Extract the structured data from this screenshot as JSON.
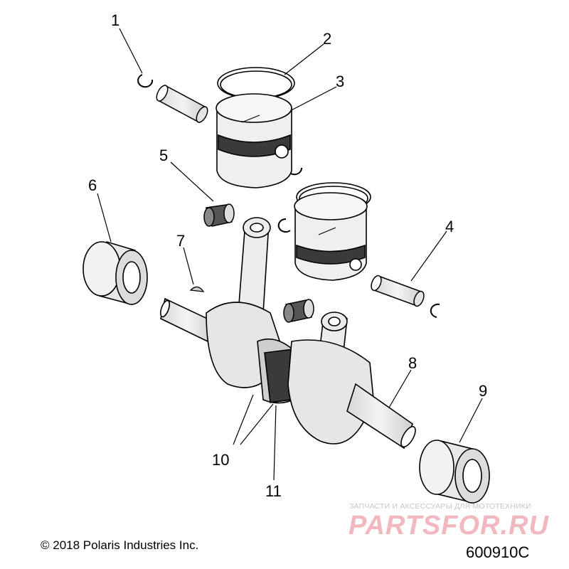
{
  "callouts": [
    {
      "label": "1"
    },
    {
      "label": "2"
    },
    {
      "label": "3"
    },
    {
      "label": "4"
    },
    {
      "label": "5"
    },
    {
      "label": "6"
    },
    {
      "label": "7"
    },
    {
      "label": "8"
    },
    {
      "label": "9"
    },
    {
      "label": "10"
    },
    {
      "label": "11"
    }
  ],
  "footer": {
    "copyright": "© 2018 Polaris Industries Inc.",
    "figure_id": "600910C"
  },
  "watermark": {
    "tagline": "ЗАПЧАСТИ И АКСЕССУАРЫ ДЛЯ МОТОТЕХНИКИ",
    "logo": "PARTSFOR.RU"
  },
  "colors": {
    "line": "#000000",
    "part_fill": "#eeeeee",
    "part_shade": "#cfcfcf",
    "watermark_logo": "#f2b8bf"
  }
}
